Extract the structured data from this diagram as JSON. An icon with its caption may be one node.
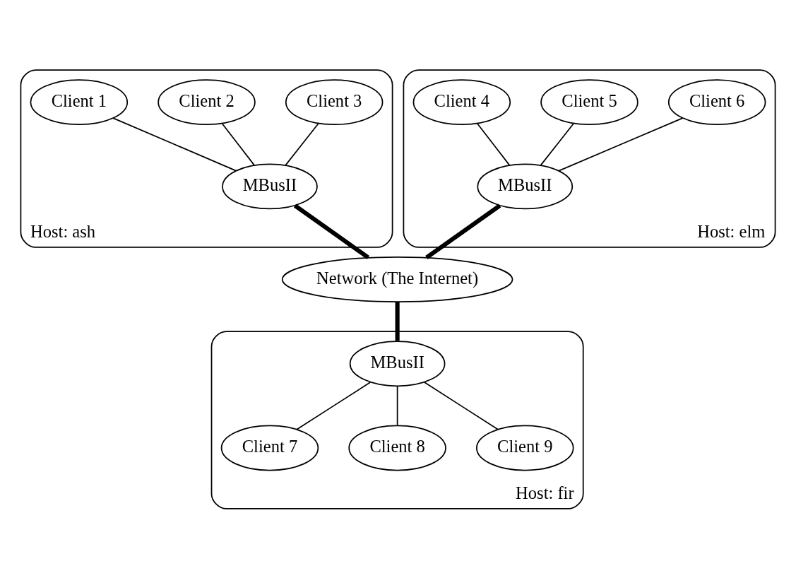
{
  "diagram": {
    "nodes": [
      {
        "text": [
          "Host: ash"
        ]
      },
      {
        "text": [
          "Client 1"
        ],
        "in": 0
      },
      {
        "text": [
          "Client 2"
        ],
        "in": 0
      },
      {
        "text": [
          "Client 3"
        ],
        "in": 0
      },
      {
        "text": [
          "MBusII"
        ],
        "in": 0
      },
      {
        "text": [
          "Host: elm"
        ]
      },
      {
        "text": [
          "Client 4"
        ],
        "in": 5
      },
      {
        "text": [
          "Client 5"
        ],
        "in": 5
      },
      {
        "text": [
          "Client 6"
        ],
        "in": 5
      },
      {
        "text": [
          "MBusII"
        ],
        "in": 5
      },
      {
        "text": [
          "Network (The Internet)"
        ]
      },
      {
        "text": [
          "Host: fir"
        ]
      },
      {
        "text": [
          "MBusII"
        ],
        "in": 11
      },
      {
        "text": [
          "Client 7"
        ],
        "in": 11
      },
      {
        "text": [
          "Client 8"
        ],
        "in": 11
      },
      {
        "text": [
          "Client 9"
        ],
        "in": 11
      }
    ],
    "edges": [
      {
        "from": 1,
        "to": 4,
        "arrow": "none"
      },
      {
        "from": 2,
        "to": 4,
        "arrow": "none"
      },
      {
        "from": 3,
        "to": 4,
        "arrow": "none"
      },
      {
        "from": 6,
        "to": 9,
        "arrow": "none"
      },
      {
        "from": 7,
        "to": 9,
        "arrow": "none"
      },
      {
        "from": 8,
        "to": 9,
        "arrow": "none"
      },
      {
        "from": 4,
        "to": 10,
        "arrow": "none",
        "style": "thick"
      },
      {
        "from": 9,
        "to": 10,
        "arrow": "none",
        "style": "thick"
      },
      {
        "from": 10,
        "to": 12,
        "arrow": "none",
        "style": "thick"
      },
      {
        "from": 12,
        "to": 13,
        "arrow": "none"
      },
      {
        "from": 12,
        "to": 14,
        "arrow": "none"
      },
      {
        "from": 12,
        "to": 15,
        "arrow": "none"
      }
    ]
  }
}
